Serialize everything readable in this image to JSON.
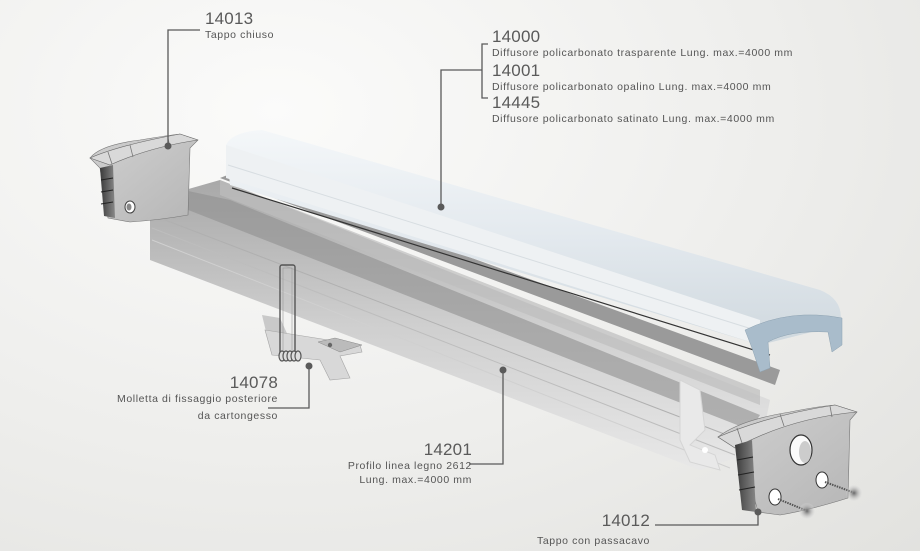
{
  "diagram": {
    "type": "exploded-product-view",
    "colors": {
      "leader_line": "#5a5a5a",
      "text": "#555555",
      "diffuser": "#e4ebf0",
      "diffuser_end": "#a9bccb",
      "profile": "#c9c9c9",
      "end_cap": "#c4c4c4"
    },
    "callouts": [
      {
        "id": "end-cap-closed",
        "code": "14013",
        "description": "Tappo chiuso"
      },
      {
        "id": "diffuser-transparent",
        "code": "14000",
        "description": "Diffusore policarbonato trasparente Lung. max.=4000 mm"
      },
      {
        "id": "diffuser-opal",
        "code": "14001",
        "description": "Diffusore policarbonato opalino Lung. max.=4000 mm"
      },
      {
        "id": "diffuser-satin",
        "code": "14445",
        "description": "Diffusore policarbonato satinato Lung. max.=4000 mm"
      },
      {
        "id": "mounting-clip",
        "code": "14078",
        "description_line1": "Molletta di fissaggio posteriore",
        "description_line2": "da cartongesso"
      },
      {
        "id": "profile",
        "code": "14201",
        "description_line1": "Profilo linea legno 2612",
        "description_line2": "Lung. max.=4000 mm"
      },
      {
        "id": "end-cap-cable",
        "code": "14012",
        "description": "Tappo con passacavo"
      }
    ]
  }
}
